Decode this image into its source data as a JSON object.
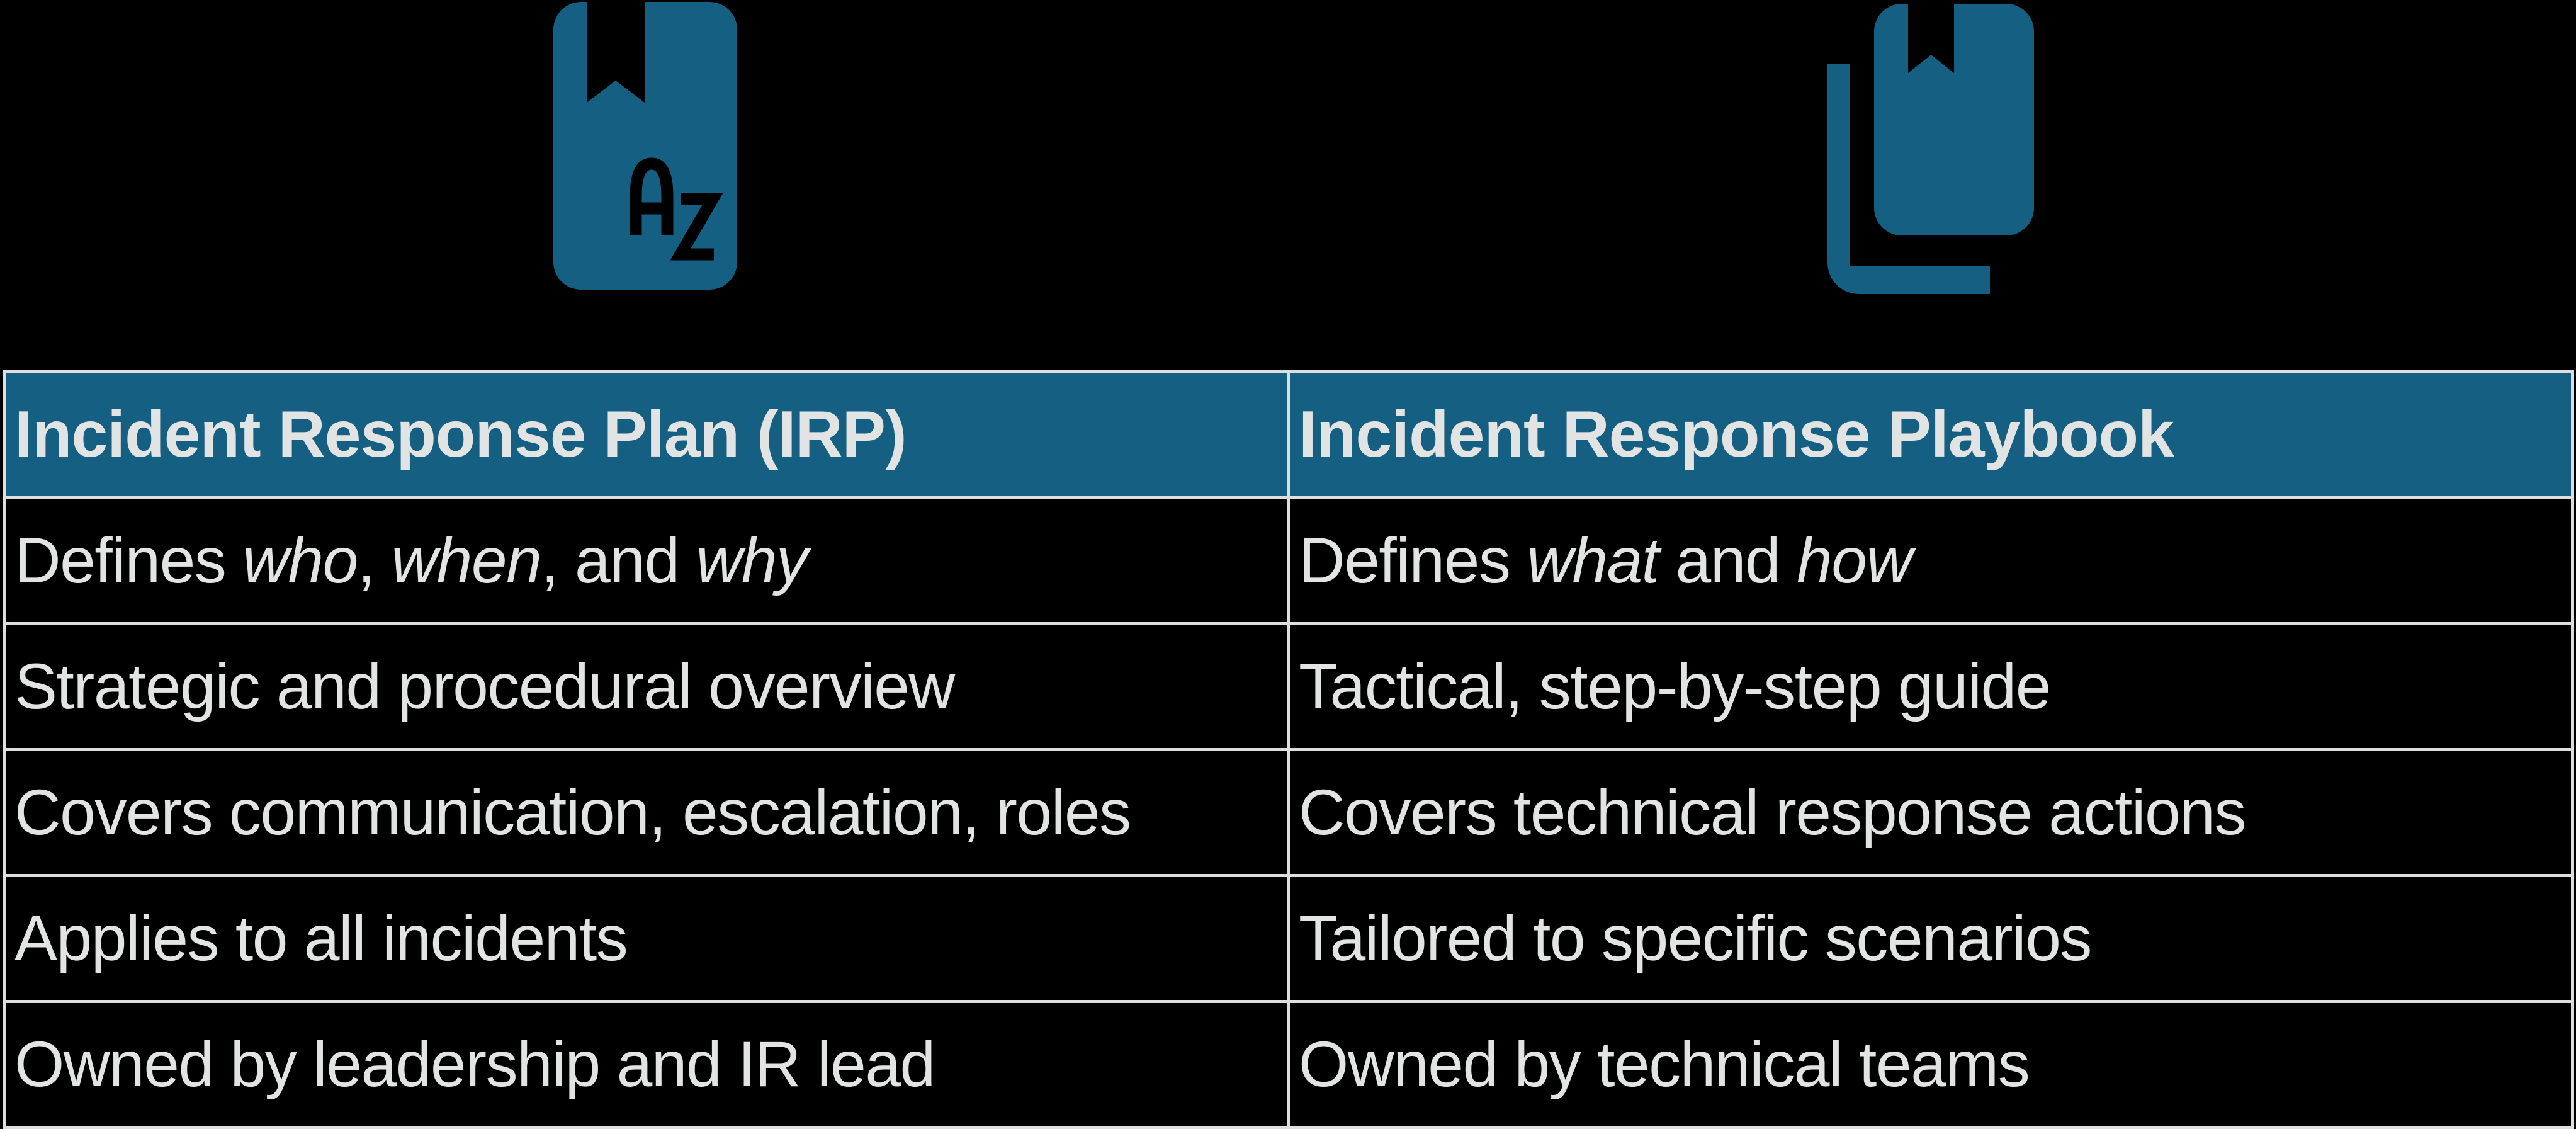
{
  "colors": {
    "teal": "#155f82",
    "text": "#e2e3e3",
    "border": "#dcdfdf",
    "background": "#000000"
  },
  "icons": {
    "left": "dictionary-az-book-icon",
    "right": "playbook-journal-icon"
  },
  "table": {
    "headers": [
      {
        "label": "Incident Response Plan (IRP)"
      },
      {
        "label": "Incident Response Playbook"
      }
    ],
    "rows": [
      {
        "left": [
          {
            "t": "Defines ",
            "i": false
          },
          {
            "t": "who",
            "i": true
          },
          {
            "t": ", ",
            "i": false
          },
          {
            "t": "when",
            "i": true
          },
          {
            "t": ", and ",
            "i": false
          },
          {
            "t": "why",
            "i": true
          }
        ],
        "right": [
          {
            "t": "Defines ",
            "i": false
          },
          {
            "t": "what",
            "i": true
          },
          {
            "t": " and ",
            "i": false
          },
          {
            "t": "how",
            "i": true
          }
        ]
      },
      {
        "left": [
          {
            "t": "Strategic and procedural overview",
            "i": false
          }
        ],
        "right": [
          {
            "t": "Tactical, step-by-step guide",
            "i": false
          }
        ]
      },
      {
        "left": [
          {
            "t": "Covers communication, escalation, roles",
            "i": false
          }
        ],
        "right": [
          {
            "t": "Covers technical response actions",
            "i": false
          }
        ]
      },
      {
        "left": [
          {
            "t": "Applies to all incidents",
            "i": false
          }
        ],
        "right": [
          {
            "t": "Tailored to specific scenarios",
            "i": false
          }
        ]
      },
      {
        "left": [
          {
            "t": "Owned by leadership and IR lead",
            "i": false
          }
        ],
        "right": [
          {
            "t": "Owned by technical teams",
            "i": false
          }
        ]
      }
    ]
  }
}
